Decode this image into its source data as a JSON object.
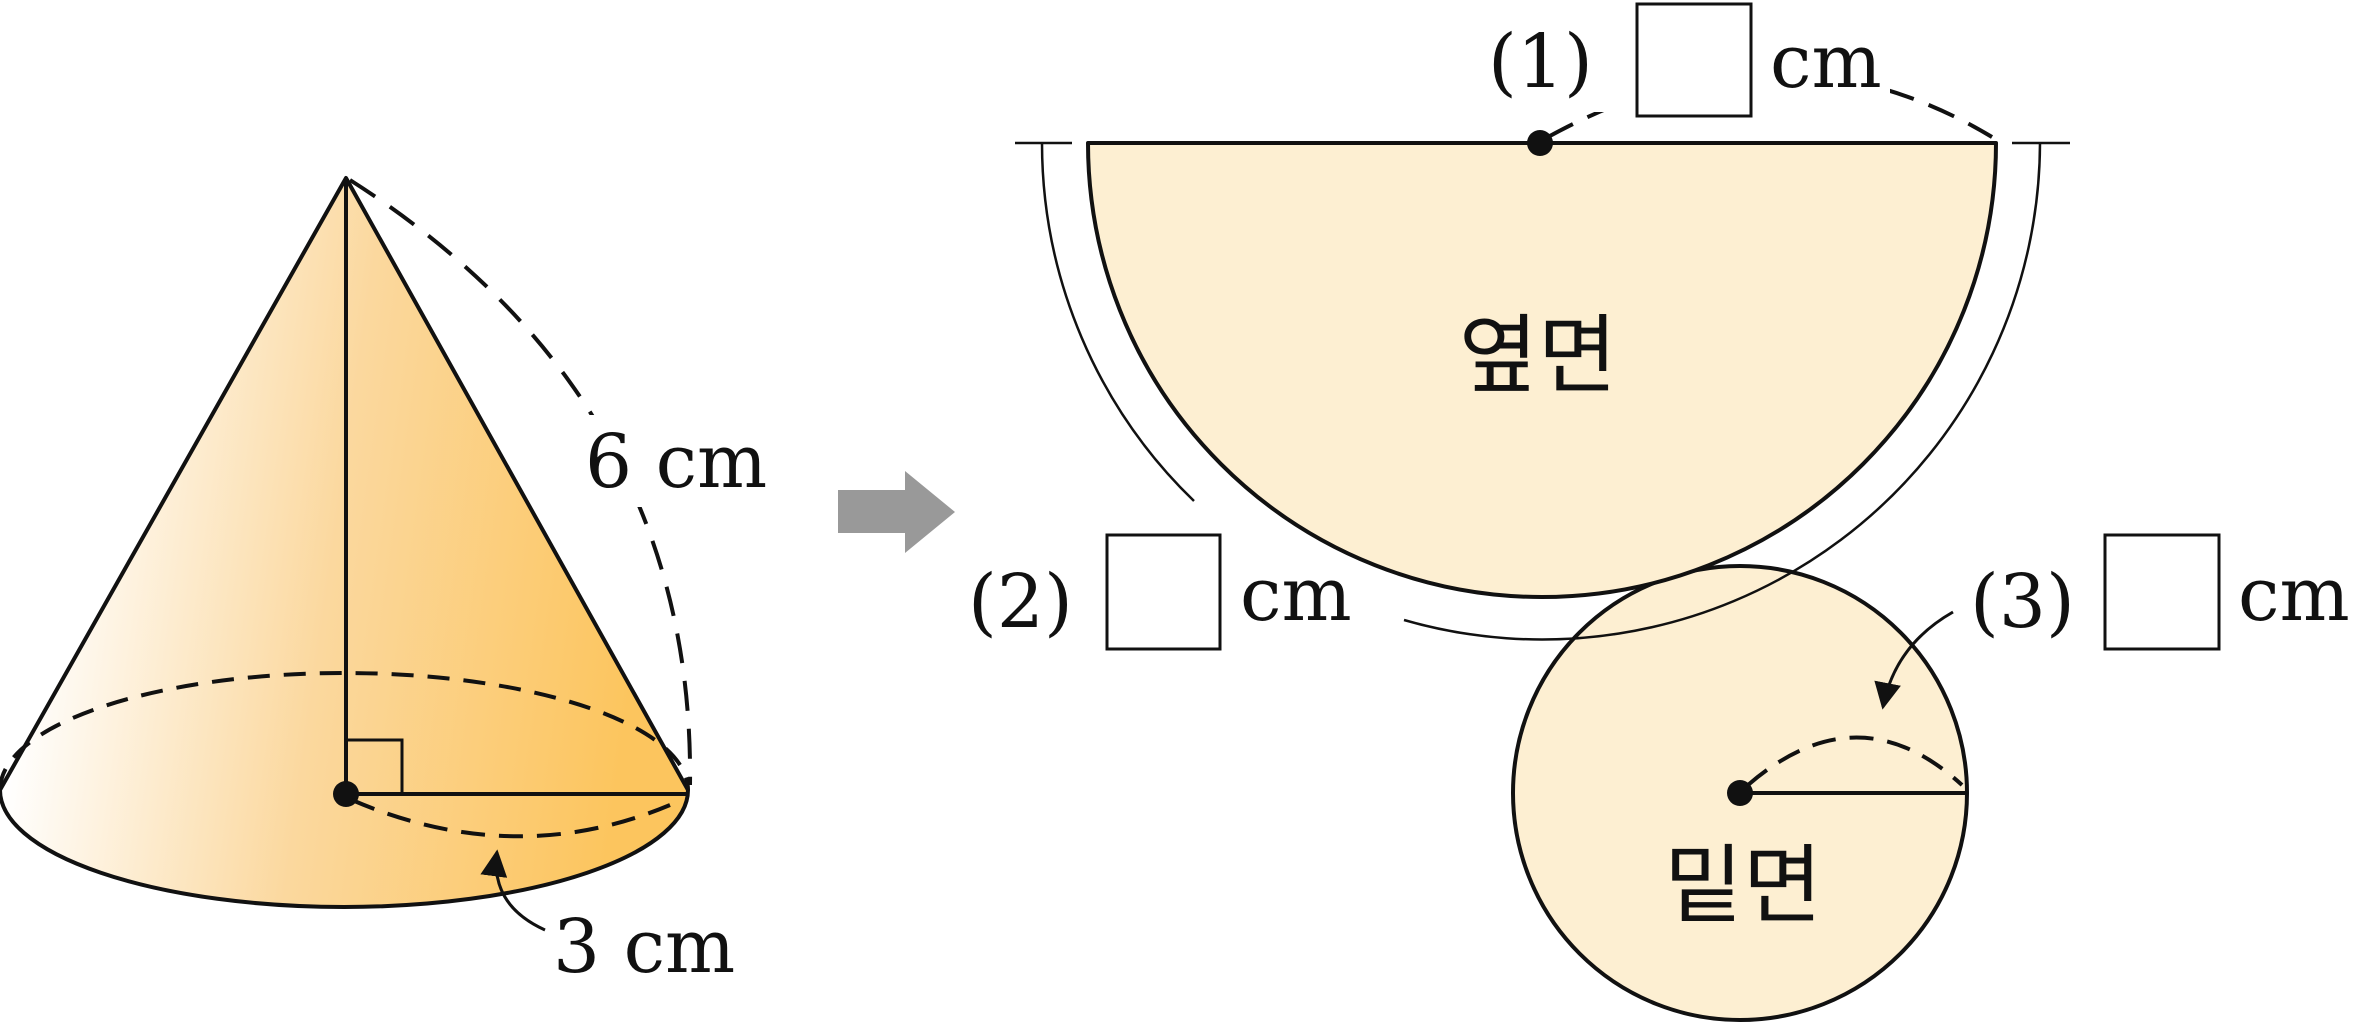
{
  "cone": {
    "slant_label": "6 cm",
    "radius_label": "3 cm"
  },
  "net": {
    "lateral_face_label": "옆면",
    "base_face_label": "밑면",
    "blanks": [
      {
        "number": "(1)",
        "unit": "cm"
      },
      {
        "number": "(2)",
        "unit": "cm"
      },
      {
        "number": "(3)",
        "unit": "cm"
      }
    ]
  },
  "colors": {
    "face_fill": "#fdefd2",
    "cone_shade": "#fdc96a",
    "arrow": "#999999",
    "line": "#111111"
  }
}
